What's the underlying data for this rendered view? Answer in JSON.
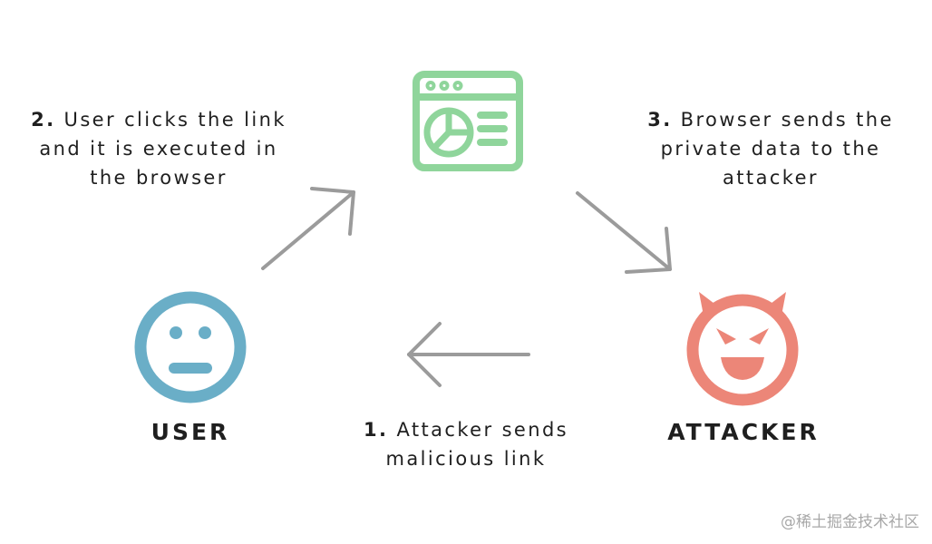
{
  "steps": [
    {
      "number": "2.",
      "lines": [
        "User clicks the link",
        "and it is executed in",
        "the browser"
      ]
    },
    {
      "number": "3.",
      "lines": [
        "Browser sends the",
        "private data to the",
        "attacker"
      ]
    },
    {
      "number": "1.",
      "lines": [
        "Attacker sends",
        "malicious link"
      ]
    }
  ],
  "nodes": {
    "user_label": "USER",
    "attacker_label": "ATTACKER"
  },
  "icons": {
    "browser": "browser-window-icon",
    "user": "neutral-face-icon",
    "attacker": "devil-face-icon"
  },
  "colors": {
    "browser": "#8fd59b",
    "user": "#6aaec7",
    "attacker": "#ec8678",
    "arrow": "#9b9b9b"
  },
  "watermark": "@稀土掘金技术社区"
}
